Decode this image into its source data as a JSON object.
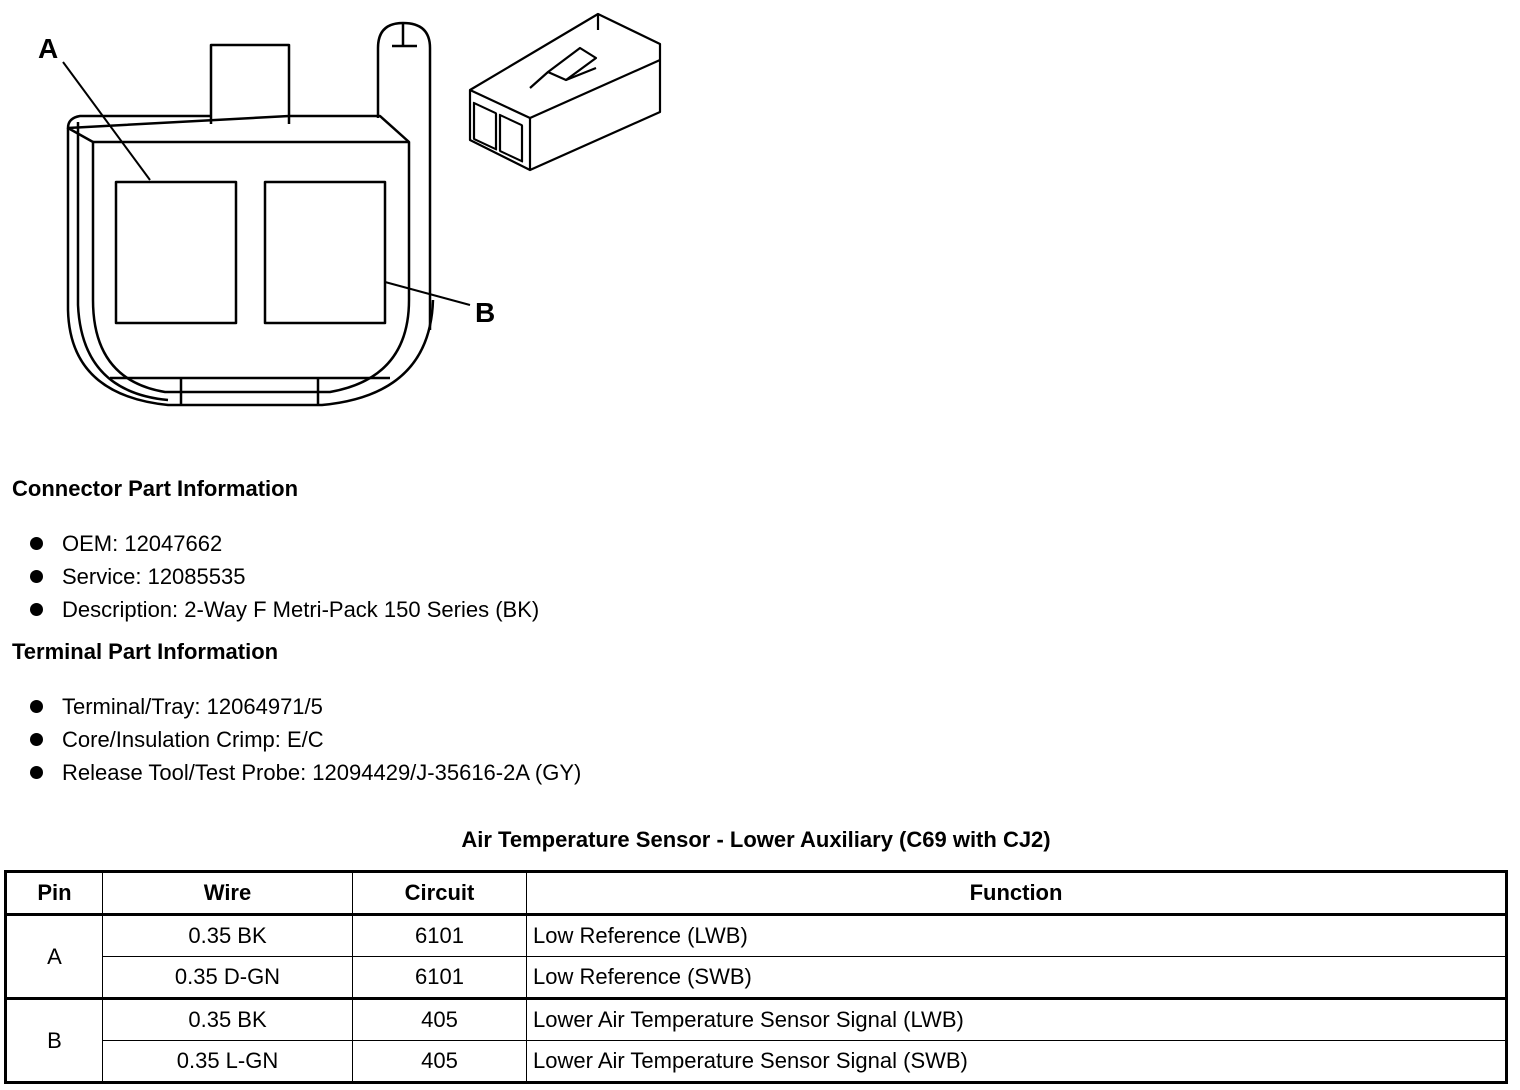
{
  "diagram": {
    "pin_a_label": "A",
    "pin_b_label": "B"
  },
  "connector_info": {
    "title": "Connector Part Information",
    "items": [
      "OEM: 12047662",
      "Service: 12085535",
      "Description: 2-Way F Metri-Pack 150 Series (BK)"
    ]
  },
  "terminal_info": {
    "title": "Terminal Part Information",
    "items": [
      "Terminal/Tray: 12064971/5",
      "Core/Insulation Crimp: E/C",
      "Release Tool/Test Probe: 12094429/J-35616-2A (GY)"
    ]
  },
  "table": {
    "title": "Air Temperature Sensor - Lower Auxiliary (C69 with CJ2)",
    "headers": [
      "Pin",
      "Wire",
      "Circuit",
      "Function"
    ],
    "groups": [
      {
        "pin": "A",
        "rows": [
          {
            "wire": "0.35 BK",
            "circuit": "6101",
            "function": "Low Reference (LWB)"
          },
          {
            "wire": "0.35 D-GN",
            "circuit": "6101",
            "function": "Low Reference (SWB)"
          }
        ]
      },
      {
        "pin": "B",
        "rows": [
          {
            "wire": "0.35 BK",
            "circuit": "405",
            "function": "Lower Air Temperature Sensor Signal (LWB)"
          },
          {
            "wire": "0.35 L-GN",
            "circuit": "405",
            "function": "Lower Air Temperature Sensor Signal (SWB)"
          }
        ]
      }
    ]
  }
}
